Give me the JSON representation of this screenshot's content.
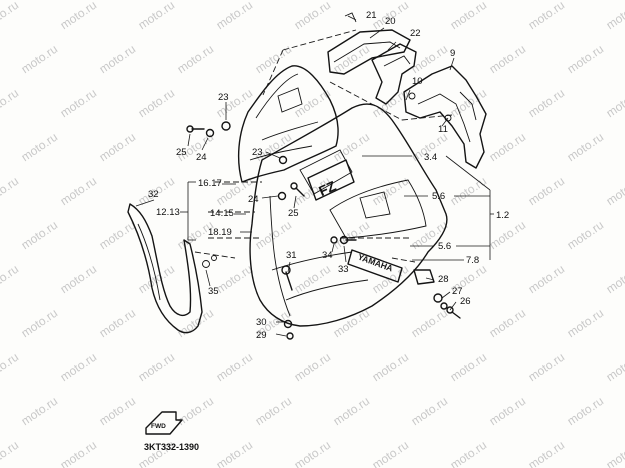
{
  "diagram": {
    "watermark_text": "moto.ru",
    "brand_decal": "YAMAHA",
    "model_badge": "FZ",
    "fwd_label": "FWD",
    "diagram_code": "3KT332-1390",
    "callouts": {
      "p1_2": "1.2",
      "p3_4": "3.4",
      "p5_6a": "5.6",
      "p5_6b": "5.6",
      "p7_8": "7.8",
      "p9": "9",
      "p10": "10",
      "p11": "11",
      "p12_13": "12.13",
      "p14_15": "14.15",
      "p16_17": "16.17",
      "p18_19": "18.19",
      "p20": "20",
      "p21": "21",
      "p22": "22",
      "p23a": "23",
      "p23b": "23",
      "p24a": "24",
      "p24b": "24",
      "p25a": "25",
      "p25b": "25",
      "p26": "26",
      "p27": "27",
      "p28": "28",
      "p29": "29",
      "p30": "30",
      "p31": "31",
      "p32": "32",
      "p33": "33",
      "p34": "34",
      "p35": "35"
    }
  }
}
